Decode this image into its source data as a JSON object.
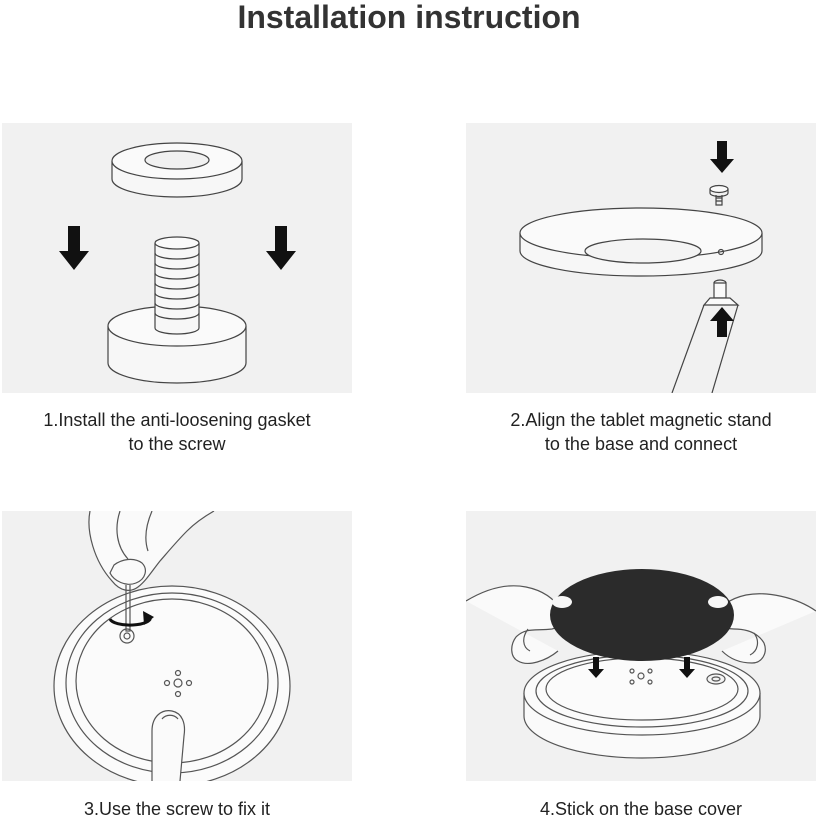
{
  "page": {
    "title": "Installation instruction"
  },
  "steps": [
    {
      "line1": "1.Install the anti-loosening gasket",
      "line2": "to the screw"
    },
    {
      "line1": "2.Align the tablet magnetic stand",
      "line2": "to the base and connect"
    },
    {
      "line1": "3.Use the screw to fix it",
      "line2": ""
    },
    {
      "line1": "4.Stick on the base cover",
      "line2": ""
    }
  ],
  "colors": {
    "panel_bg": "#f1f1f1",
    "line": "#333333",
    "arrow": "#111111",
    "cover": "#2b2b2b"
  },
  "icons": [
    "down-arrow-icon",
    "up-arrow-icon",
    "rotate-arrow-icon"
  ]
}
